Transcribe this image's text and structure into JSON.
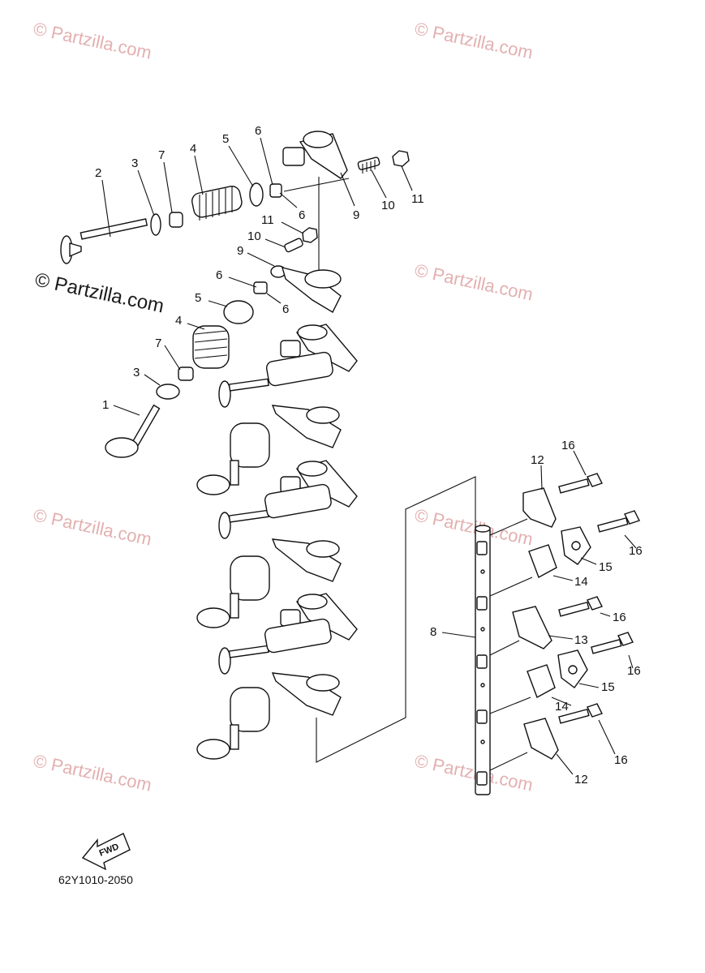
{
  "watermarks": [
    "© Partzilla.com",
    "© Partzilla.com",
    "© Partzilla.com",
    "© Partzilla.com",
    "© Partzilla.com",
    "© Partzilla.com",
    "© Partzilla.com",
    "© Partzilla.com"
  ],
  "center_watermark": "© Partzilla.com",
  "callouts": {
    "c1": "1",
    "c2": "2",
    "c3a": "3",
    "c3b": "3",
    "c4a": "4",
    "c4b": "4",
    "c5a": "5",
    "c5b": "5",
    "c6a": "6",
    "c6b": "6",
    "c6c": "6",
    "c6d": "6",
    "c7a": "7",
    "c7b": "7",
    "c8": "8",
    "c9a": "9",
    "c9b": "9",
    "c10a": "10",
    "c10b": "10",
    "c11a": "11",
    "c11b": "11",
    "c12a": "12",
    "c12b": "12",
    "c13": "13",
    "c14a": "14",
    "c14b": "14",
    "c15a": "15",
    "c15b": "15",
    "c16a": "16",
    "c16b": "16",
    "c16c": "16",
    "c16d": "16",
    "c16e": "16"
  },
  "fwd_label": "FWD",
  "diagram_code": "62Y1010-2050"
}
